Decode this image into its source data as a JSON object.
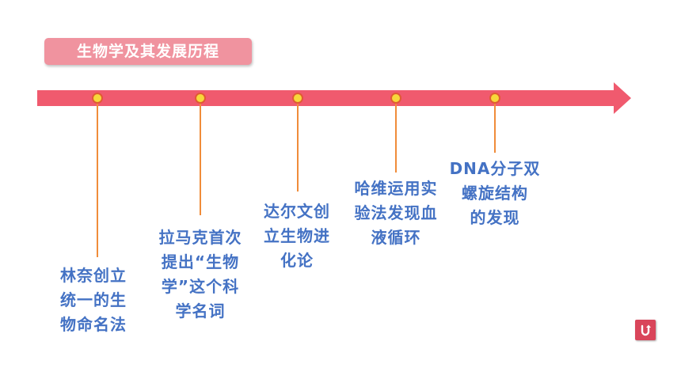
{
  "title": "生物学及其发展历程",
  "events": [
    {
      "lines": [
        "林奈创立",
        "统一的生",
        "物命名法"
      ]
    },
    {
      "lines": [
        "拉马克首次",
        "提出“生物",
        "学”这个科",
        "学名词"
      ]
    },
    {
      "lines": [
        "达尔文创",
        "立生物进",
        "化论"
      ]
    },
    {
      "lines": [
        "哈维运用实",
        "验法发现血",
        "液循环"
      ]
    },
    {
      "lines": [
        "DNA分子双",
        "螺旋结构",
        "的发现"
      ]
    }
  ],
  "icons": {
    "back": "return-arrow-icon"
  },
  "colors": {
    "timeline": "#f05a6e",
    "title_bg": "#f0939f",
    "event_text": "#4472c4",
    "stem": "#f08c3a",
    "dot_fill": "#f7d73a"
  }
}
